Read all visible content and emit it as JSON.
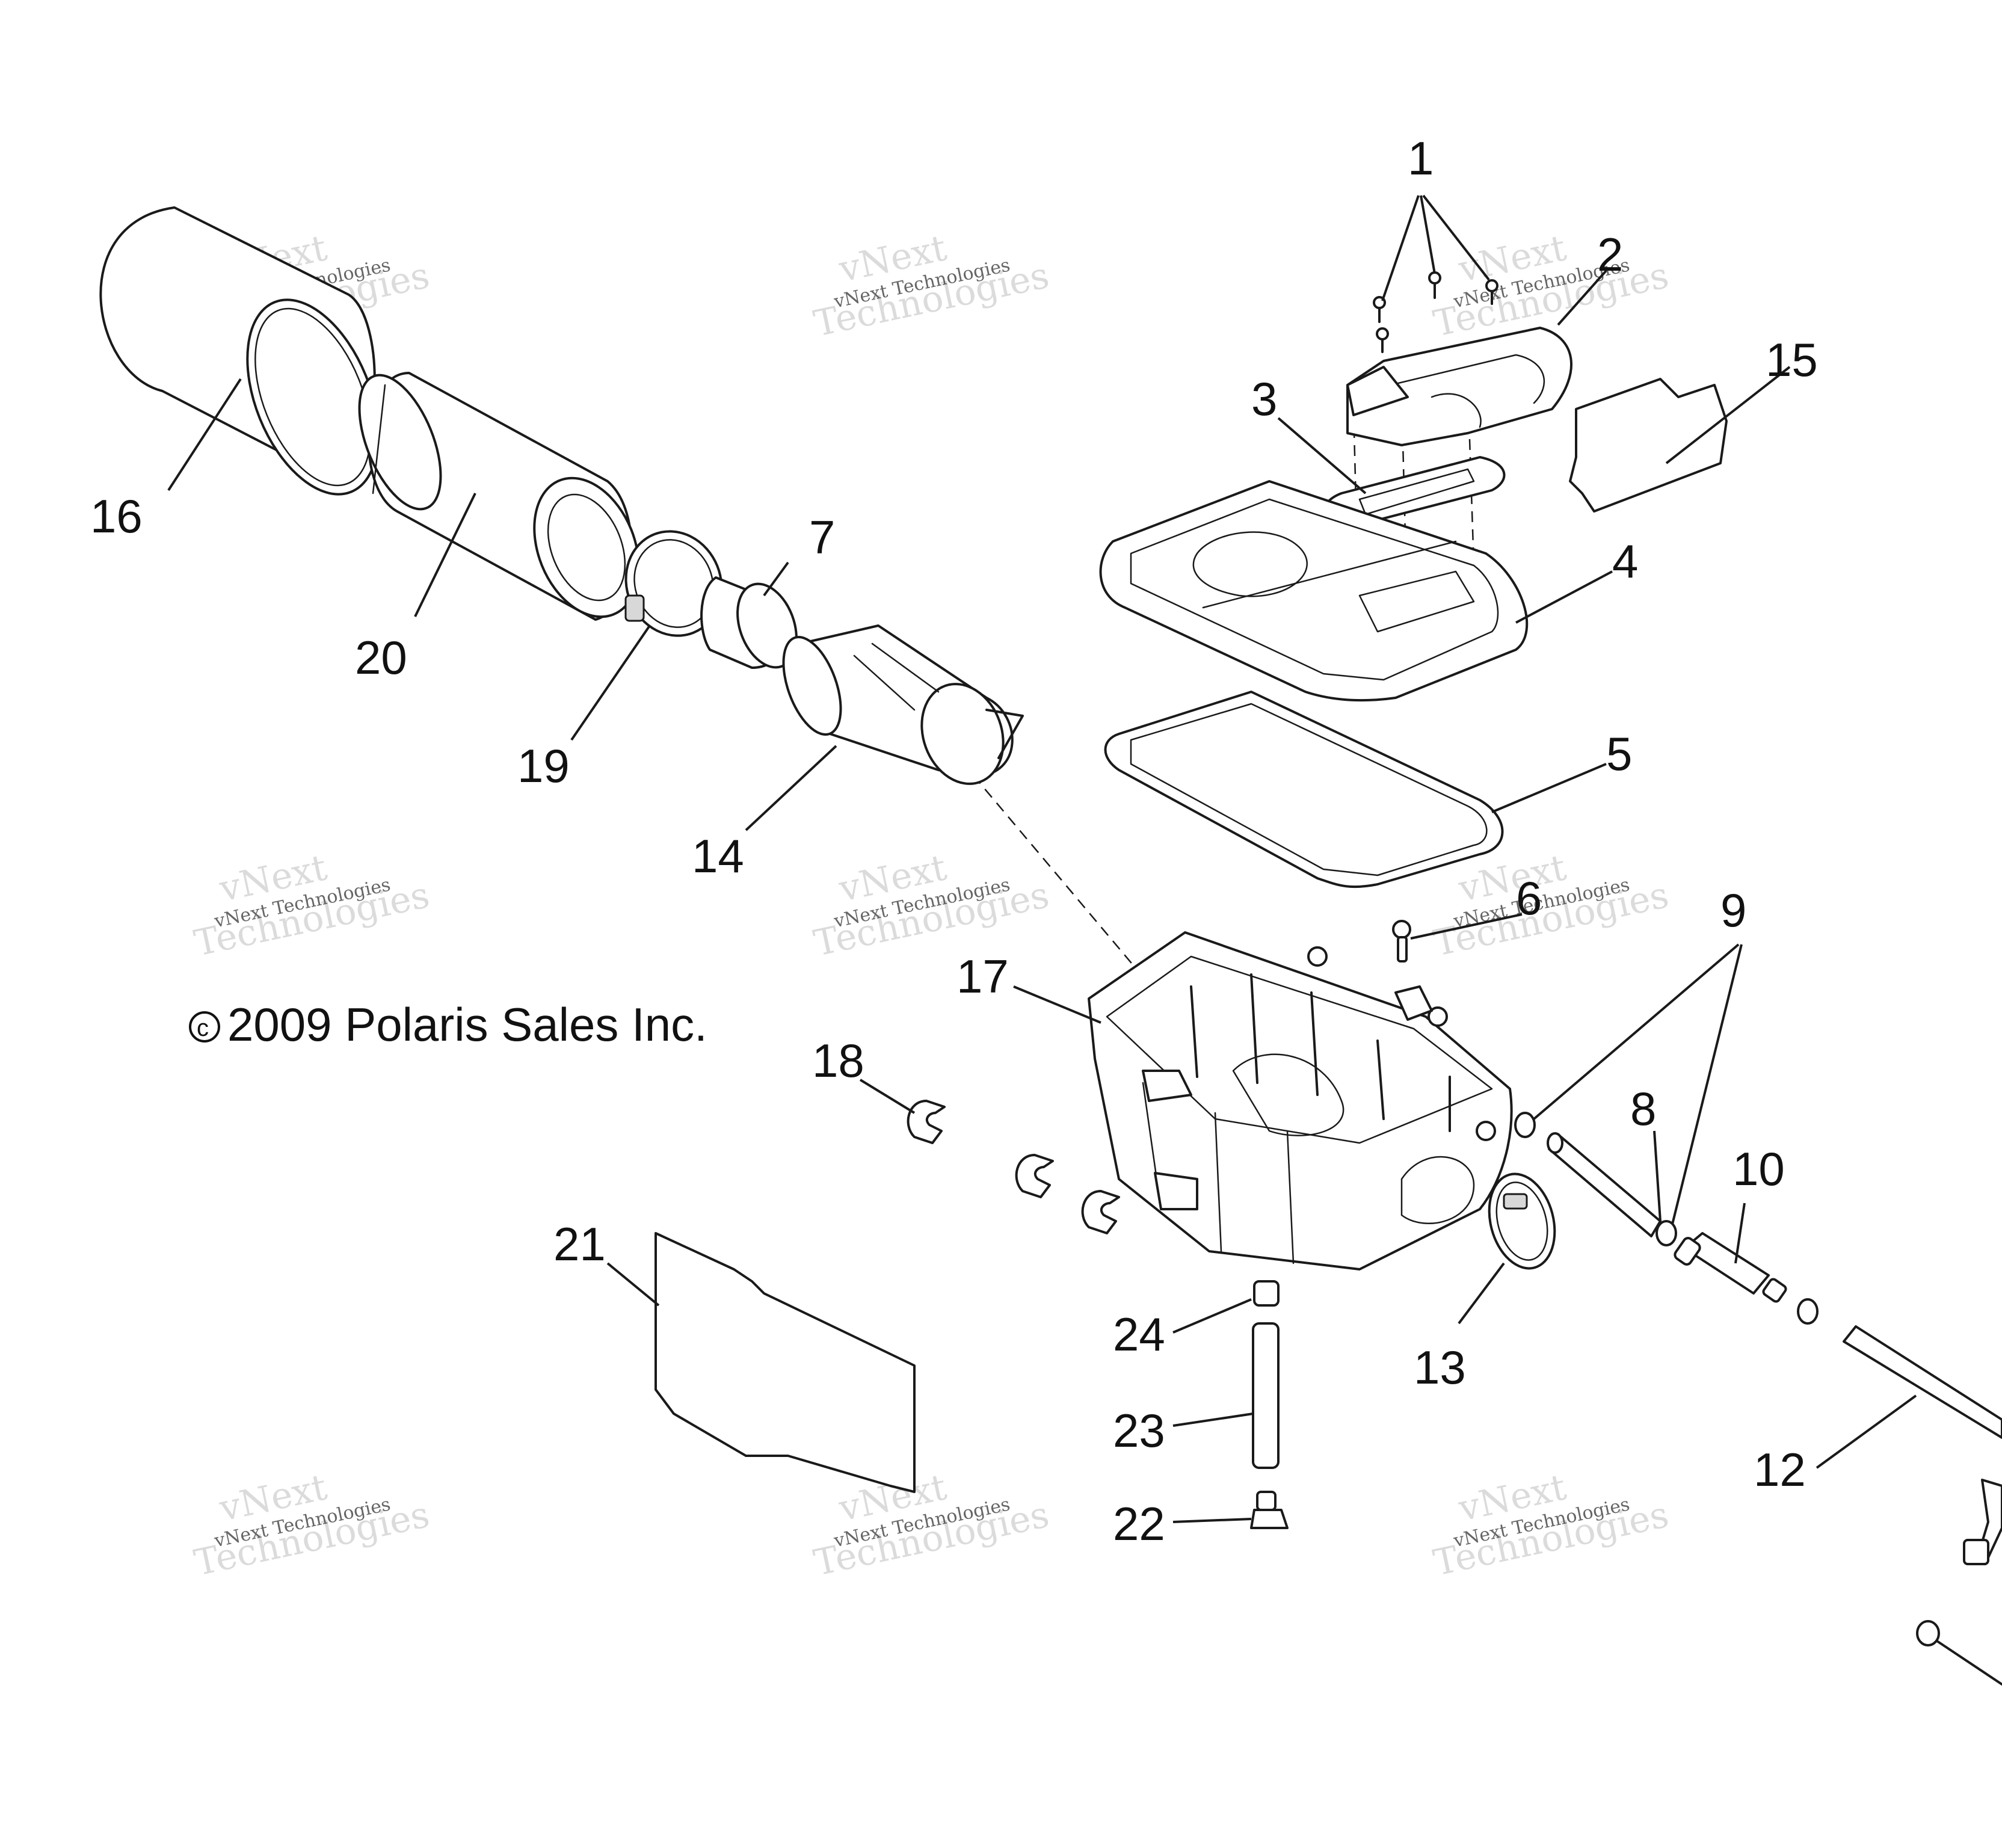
{
  "copyright": "2009 Polaris Sales Inc.",
  "copyright_symbol": "c",
  "watermark": {
    "brand": "vNext",
    "company": "Technologies",
    "full": "vNext Technologies"
  },
  "callouts": [
    "1",
    "2",
    "3",
    "4",
    "5",
    "6",
    "7",
    "8",
    "9",
    "10",
    "12",
    "13",
    "14",
    "15",
    "16",
    "17",
    "18",
    "19",
    "20",
    "21",
    "22",
    "23",
    "24"
  ],
  "colors": {
    "ink": "#1a1a1a",
    "watermark": "#bfbfbf",
    "background": "#ffffff"
  }
}
